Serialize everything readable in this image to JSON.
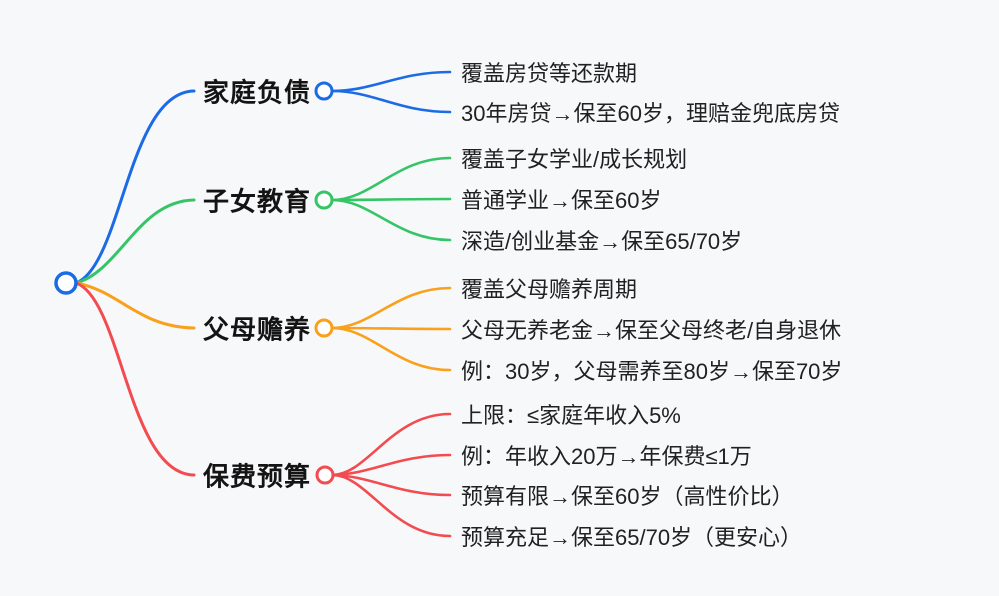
{
  "colors": {
    "background": "#f7f8fa",
    "text": "#212121",
    "blue": "#1a6be5",
    "green": "#36c566",
    "orange": "#f9a11c",
    "red": "#f24b50"
  },
  "root": {
    "color": "#1a6be5"
  },
  "branches": [
    {
      "label": "家庭负债",
      "color": "#1a6be5",
      "leaves": [
        "覆盖房贷等还款期",
        "30年房贷→保至60岁，理赔金兜底房贷"
      ]
    },
    {
      "label": "子女教育",
      "color": "#36c566",
      "leaves": [
        "覆盖子女学业/成长规划",
        "普通学业→保至60岁",
        "深造/创业基金→保至65/70岁"
      ]
    },
    {
      "label": "父母赡养",
      "color": "#f9a11c",
      "leaves": [
        "覆盖父母赡养周期",
        "父母无养老金→保至父母终老/自身退休",
        "例：30岁，父母需养至80岁→保至70岁"
      ]
    },
    {
      "label": "保费预算",
      "color": "#f24b50",
      "leaves": [
        "上限：≤家庭年收入5%",
        "例：年收入20万→年保费≤1万",
        "预算有限→保至60岁（高性价比）",
        "预算充足→保至65/70岁（更安心）"
      ]
    }
  ]
}
